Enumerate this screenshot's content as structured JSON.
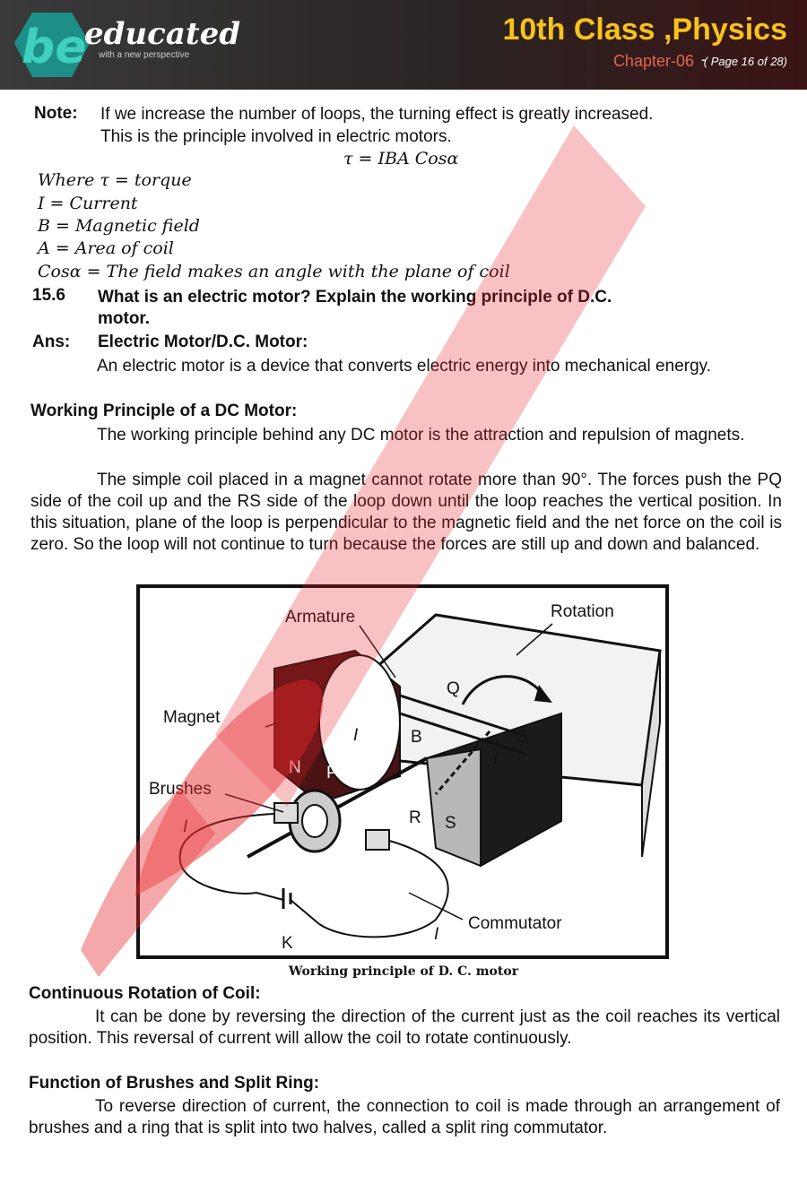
{
  "header": {
    "brand": "educated",
    "brand_logo_letters": "be",
    "tagline": "with a new perspective",
    "title": "10th Class ,Physics",
    "chapter": "Chapter-06",
    "separator": "-",
    "page": "( Page 16 of 28)"
  },
  "note": {
    "label": "Note:",
    "line1": "If we increase the number of loops, the turning effect is greatly increased.",
    "line2": "This is the principle involved in electric motors.",
    "formula": "τ = IBA Cosα"
  },
  "where": [
    "Where τ = torque",
    "I  =  Current",
    "B  =  Magnetic field",
    "A  =  Area of coil",
    "Cosα =  The field makes an angle with the plane of coil"
  ],
  "question": {
    "number": "15.6",
    "line1": "What is an electric motor? Explain the working principle of D.C.",
    "line2": "motor."
  },
  "answer": {
    "label": "Ans:",
    "heading": "Electric Motor/D.C. Motor:",
    "text": "An electric motor is a device that converts electric energy into mechanical energy."
  },
  "working": {
    "heading": "Working Principle of a DC Motor:",
    "para1": "The working principle behind any DC motor is the attraction and repulsion of magnets.",
    "para2": "The simple coil placed in a magnet cannot rotate more than 90°. The forces push the PQ side of the coil up and the RS side of the loop down until the loop reaches the vertical position. In this situation, plane of the loop is perpendicular to the magnetic field and the net force on the coil is zero. So the loop will not continue to turn because the forces are still up and down and balanced."
  },
  "figure": {
    "labels": {
      "armature": "Armature",
      "rotation": "Rotation",
      "magnet": "Magnet",
      "brushes": "Brushes",
      "commutator": "Commutator",
      "q": "Q",
      "s": "S",
      "b": "B",
      "n": "N",
      "p": "P",
      "r": "R",
      "s_pole": "S",
      "k": "K",
      "i1": "I",
      "i2": "I",
      "i3": "I",
      "i4": "I"
    },
    "caption": "Working principle of D. C. motor"
  },
  "continuous": {
    "heading": "Continuous Rotation of Coil:",
    "text": "It can be done by reversing the direction of the current just as the coil reaches its vertical position. This reversal of current will allow the coil to rotate continuously."
  },
  "brushes": {
    "heading": "Function of Brushes and Split Ring:",
    "text": "To reverse direction of current, the connection to coil is made through an arrangement of brushes and a ring that is split into two halves, called a split ring commutator."
  },
  "colors": {
    "header_bg": "#2a2424",
    "title_yellow": "#f7c31b",
    "chapter_red": "#e2664f",
    "logo_teal": "#27b6a8",
    "watermark_red": "#e8262a"
  }
}
